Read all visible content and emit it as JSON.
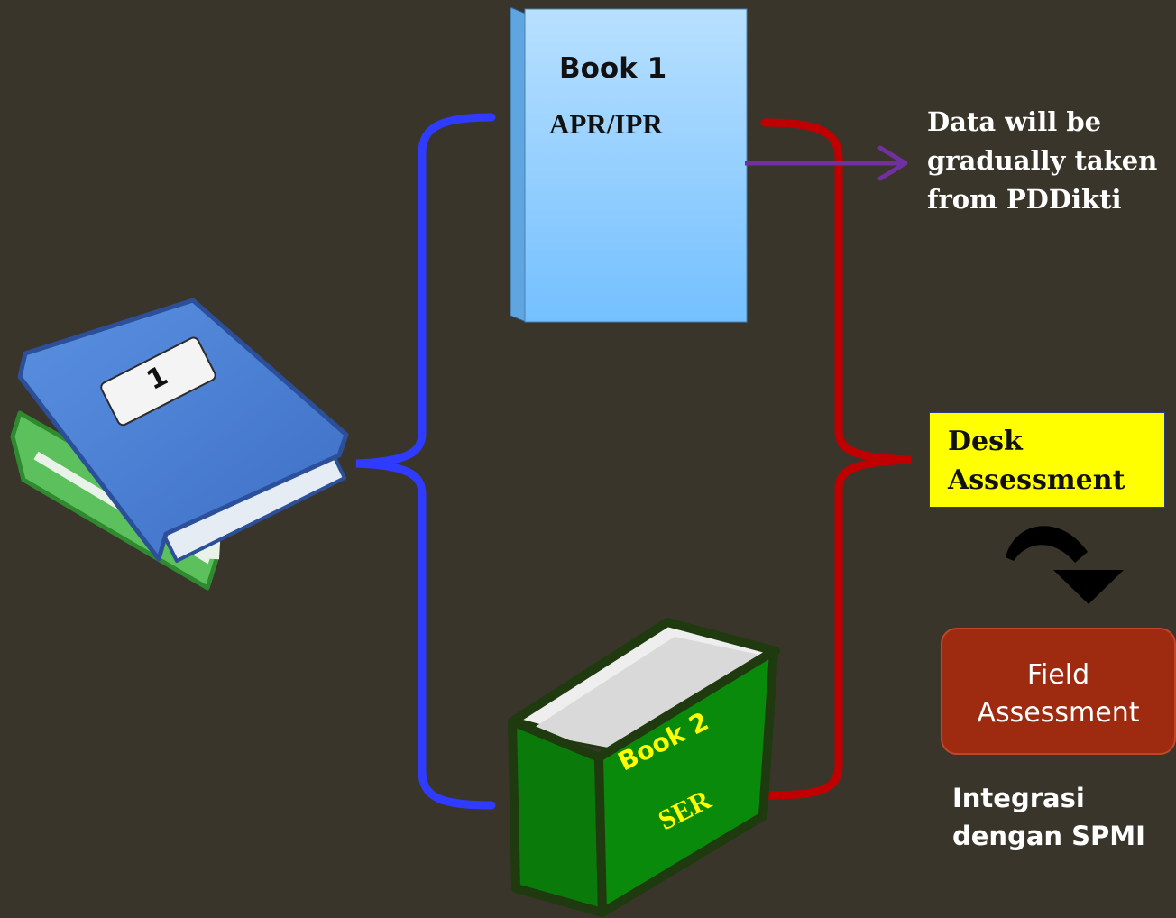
{
  "book1": {
    "title": "Book 1",
    "subtitle": "APR/IPR"
  },
  "note": {
    "lines": [
      "Data will be",
      "gradually taken",
      "from PDDikti"
    ]
  },
  "desk_assessment": {
    "lines": [
      "Desk",
      "Assessment"
    ]
  },
  "field_assessment": {
    "lines": [
      "Field",
      "Assessment"
    ]
  },
  "integrasi": {
    "lines": [
      "Integrasi",
      "dengan SPMI"
    ]
  },
  "book2": {
    "title": "Book 2",
    "subtitle": "SER"
  },
  "book_stack": {
    "label": "1"
  },
  "colors": {
    "background": "#3a352b",
    "left_brace": "#2f3cff",
    "right_brace": "#c00000",
    "arrow": "#7030a0",
    "desk_fill": "#ffff00",
    "field_fill": "#9e2a10",
    "book1_fill": "#9ed3ff",
    "book2_fill": "#0a8a0a",
    "label_yellow": "#ffff00"
  }
}
